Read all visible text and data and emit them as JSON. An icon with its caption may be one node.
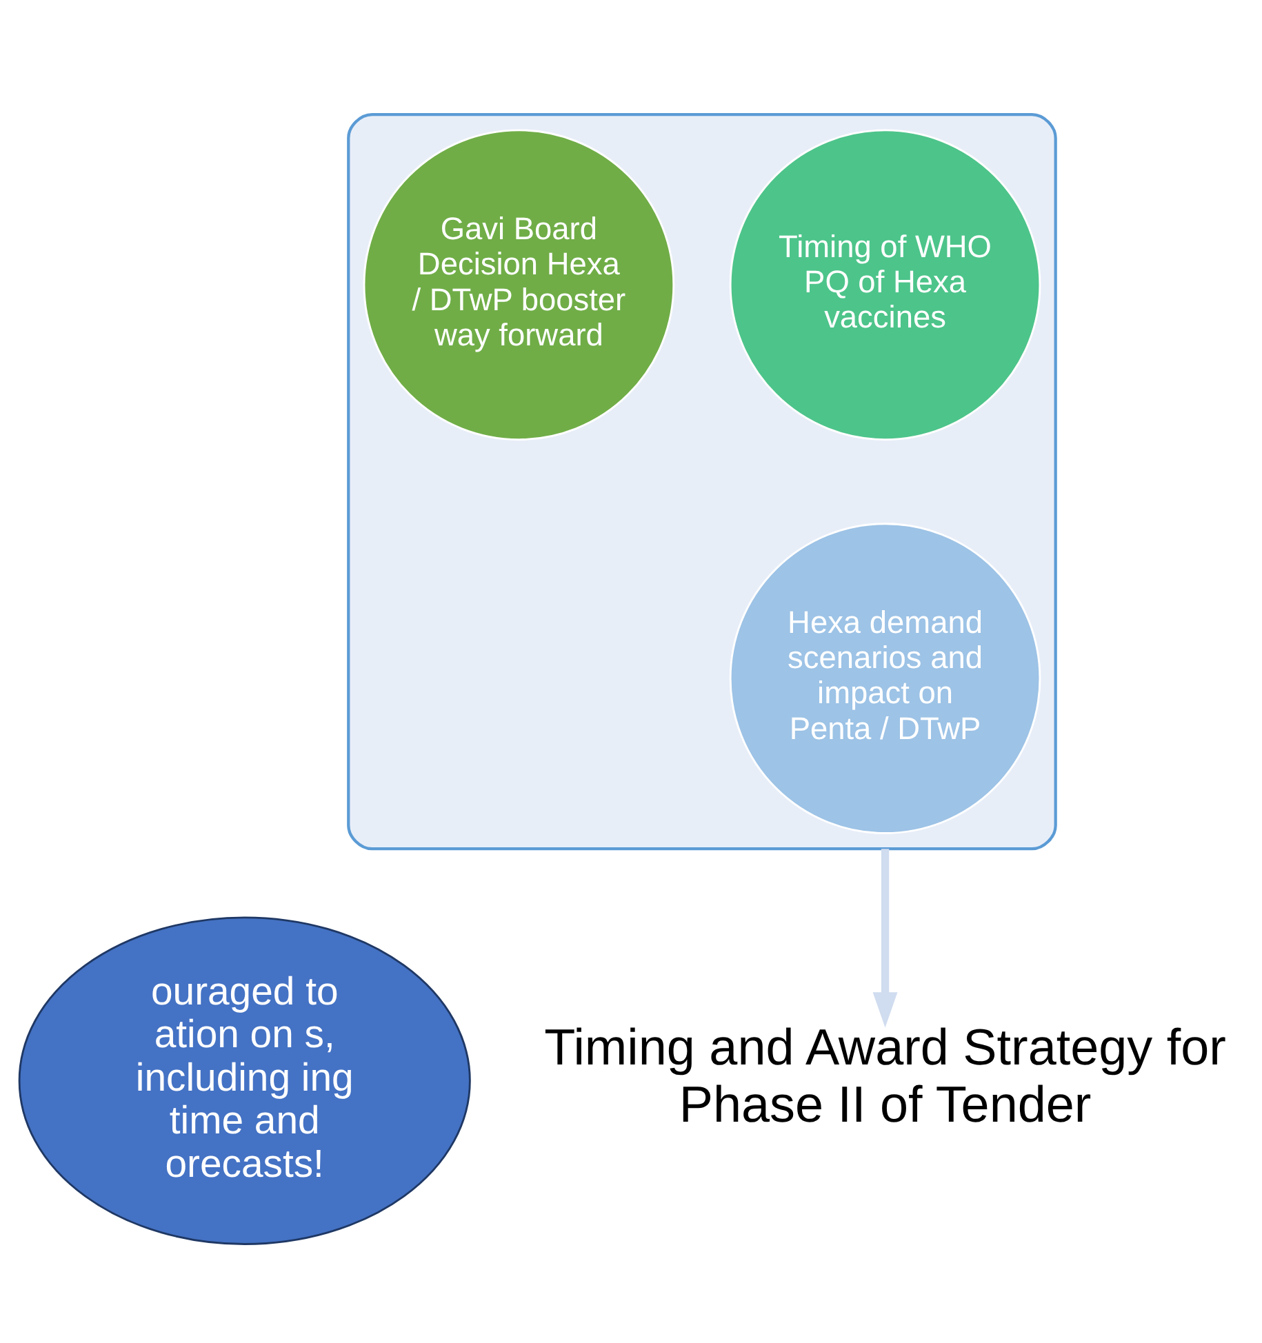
{
  "diagram": {
    "nodes": [
      {
        "text": [],
        "shape": "funnel"
      },
      {
        "text": [
          "Timing of WHO PQ of Hexa vaccines"
        ],
        "in": 0
      },
      {
        "text": [
          "Gavi Board Decision Hexa / DTwP booster way forward"
        ],
        "in": 0
      },
      {
        "text": [
          "Hexa demand scenarios and impact on Penta / DTwP"
        ],
        "in": 0
      },
      {
        "text": [
          "Timing and Award Strategy for Phase II of Tender"
        ]
      },
      {
        "text": [
          "ouraged to ation on s, including ing time and orecasts!"
        ]
      }
    ],
    "edges": [
      {
        "from": 0,
        "to": 4,
        "arrow": "to",
        "color": "#d0dcef"
      }
    ]
  }
}
